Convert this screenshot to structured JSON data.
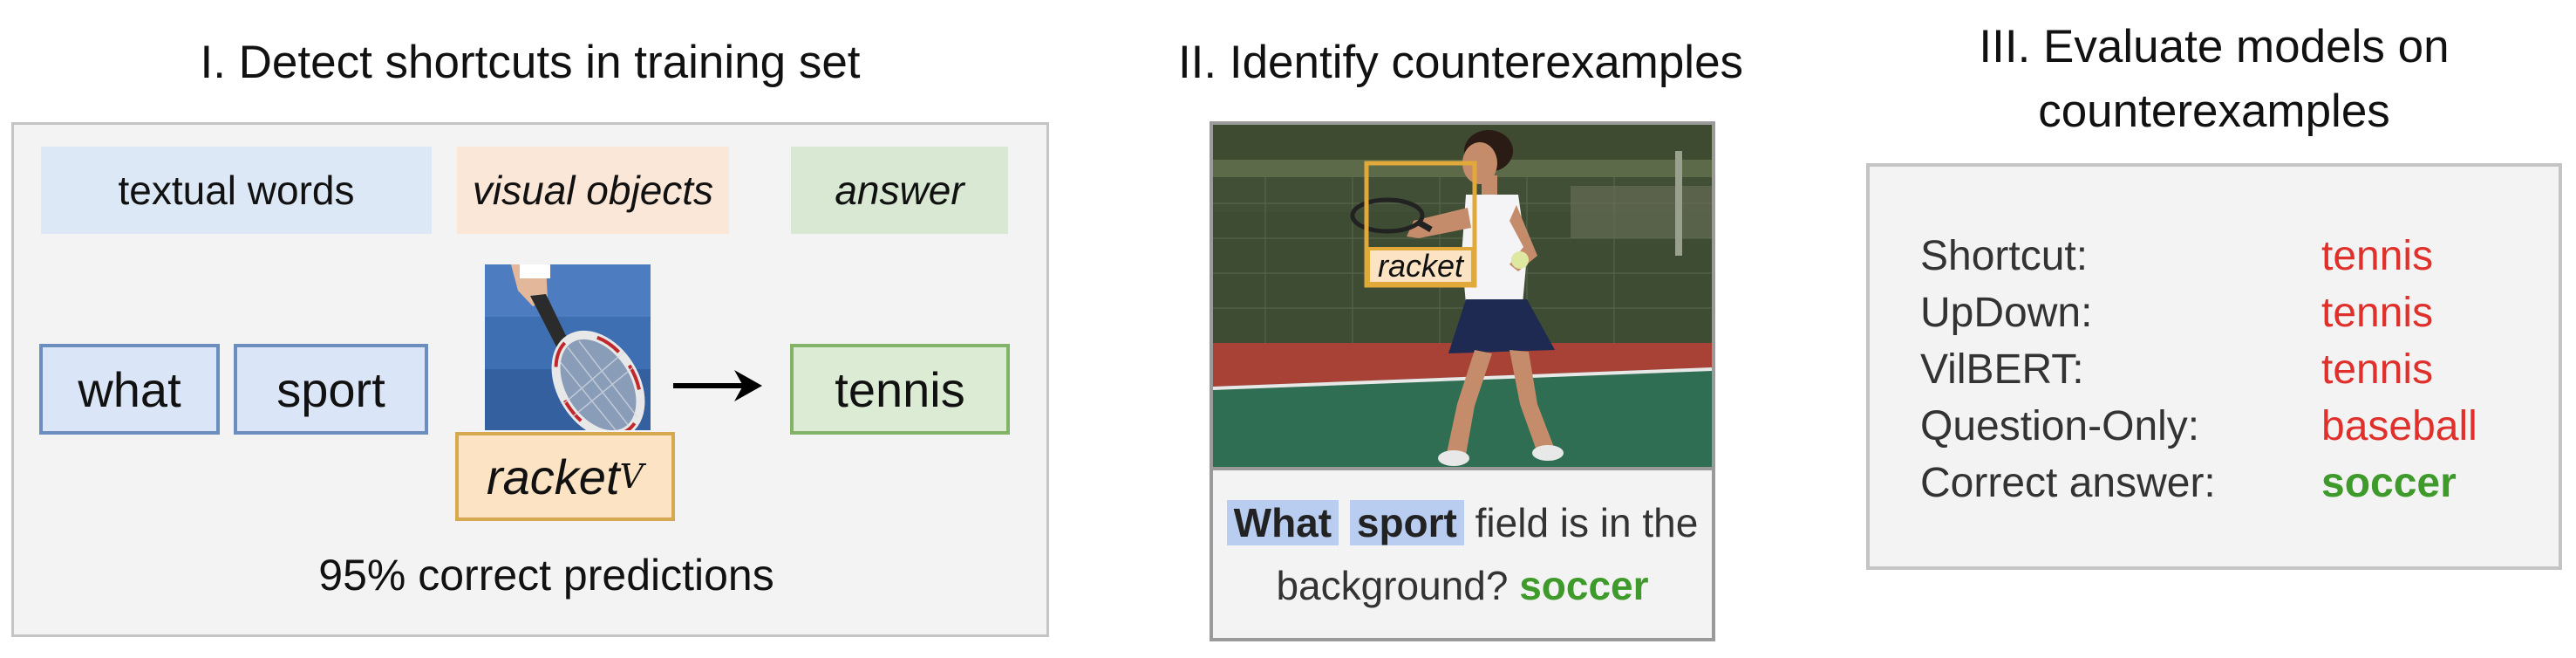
{
  "section1": {
    "title": "I. Detect shortcuts in training set",
    "legend": {
      "words": "textual words",
      "visual": "visual objects",
      "answer": "answer"
    },
    "tokens": {
      "word1": "what",
      "word2": "sport",
      "visual": "racket",
      "visual_sup": "V",
      "answer": "tennis"
    },
    "stat": "95% correct predictions",
    "colors": {
      "word_fill": "#dae6f8",
      "word_border": "#6c8ebf",
      "visual_fill": "#fbe3c4",
      "visual_border": "#d6a84f",
      "answer_fill": "#dcebd4",
      "answer_border": "#82b366"
    }
  },
  "section2": {
    "title": "II. Identify counterexamples",
    "image_label": "racket",
    "question": {
      "word1": "What",
      "word2": "sport",
      "rest_line1": "field is in the",
      "rest_line2": "background?",
      "answer": "soccer"
    }
  },
  "section3": {
    "title_line1": "III. Evaluate models on",
    "title_line2": "counterexamples",
    "results": [
      {
        "model": "Shortcut:",
        "prediction": "tennis",
        "status": "wrong"
      },
      {
        "model": "UpDown:",
        "prediction": "tennis",
        "status": "wrong"
      },
      {
        "model": "VilBERT:",
        "prediction": "tennis",
        "status": "wrong"
      },
      {
        "model": "Question-Only:",
        "prediction": "baseball",
        "status": "wrong"
      },
      {
        "model": "Correct answer:",
        "prediction": "soccer",
        "status": "correct"
      }
    ],
    "colors": {
      "wrong": "#e0302b",
      "correct": "#3e9a2a"
    }
  }
}
